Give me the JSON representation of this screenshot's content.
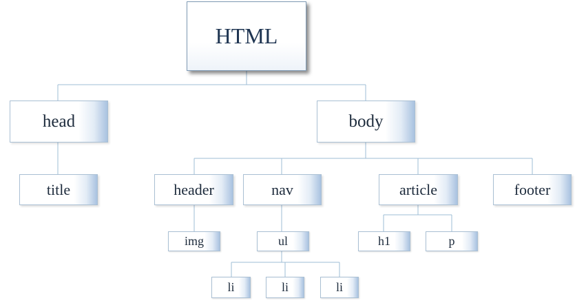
{
  "tree": {
    "root": "HTML",
    "head": "head",
    "body": "body",
    "title": "title",
    "header": "header",
    "nav": "nav",
    "article": "article",
    "footer": "footer",
    "img": "img",
    "ul": "ul",
    "h1": "h1",
    "p": "p",
    "li_1": "li",
    "li_2": "li",
    "li_3": "li"
  },
  "colors": {
    "connector": "#9dbcd6",
    "node_border": "#a9bfd3",
    "node_gradient_edge": "#a9c2e0",
    "text": "#1d2b3c"
  }
}
